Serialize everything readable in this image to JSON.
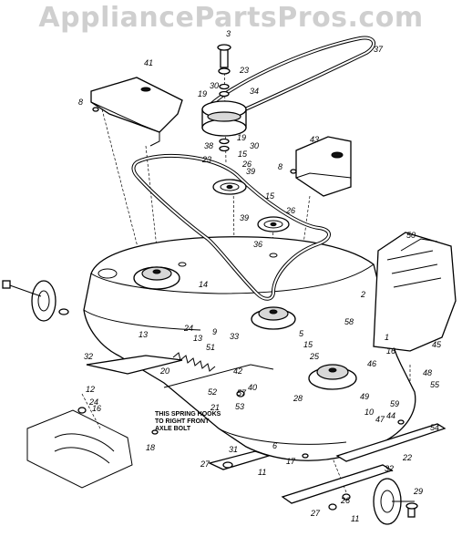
{
  "watermark": "AppliancePartsPros.com",
  "note_lines": [
    "THIS SPRING HOOKS",
    "TO RIGHT FRONT",
    "AXLE BOLT"
  ],
  "callouts": [
    {
      "id": "p3",
      "label": "3"
    },
    {
      "id": "p37",
      "label": "37"
    },
    {
      "id": "p41",
      "label": "41"
    },
    {
      "id": "p23a",
      "label": "23"
    },
    {
      "id": "p30a",
      "label": "30"
    },
    {
      "id": "p34",
      "label": "34"
    },
    {
      "id": "p19a",
      "label": "19"
    },
    {
      "id": "p8a",
      "label": "8"
    },
    {
      "id": "p19b",
      "label": "19"
    },
    {
      "id": "p38",
      "label": "38"
    },
    {
      "id": "p30b",
      "label": "30"
    },
    {
      "id": "p43",
      "label": "43"
    },
    {
      "id": "p15a",
      "label": "15"
    },
    {
      "id": "p23b",
      "label": "23"
    },
    {
      "id": "p26a",
      "label": "26"
    },
    {
      "id": "p8b",
      "label": "8"
    },
    {
      "id": "p39a",
      "label": "39"
    },
    {
      "id": "p15b",
      "label": "15"
    },
    {
      "id": "p26b",
      "label": "26"
    },
    {
      "id": "p39b",
      "label": "39"
    },
    {
      "id": "p50",
      "label": "50"
    },
    {
      "id": "p36",
      "label": "36"
    },
    {
      "id": "p2",
      "label": "2"
    },
    {
      "id": "p14",
      "label": "14"
    },
    {
      "id": "p58",
      "label": "58"
    },
    {
      "id": "p24a",
      "label": "24"
    },
    {
      "id": "p9",
      "label": "9"
    },
    {
      "id": "p5",
      "label": "5"
    },
    {
      "id": "p1",
      "label": "1"
    },
    {
      "id": "p13",
      "label": "13"
    },
    {
      "id": "p13b",
      "label": "13"
    },
    {
      "id": "p33",
      "label": "33"
    },
    {
      "id": "p51",
      "label": "51"
    },
    {
      "id": "p15c",
      "label": "15"
    },
    {
      "id": "p16",
      "label": "16"
    },
    {
      "id": "p45",
      "label": "45"
    },
    {
      "id": "p32a",
      "label": "32"
    },
    {
      "id": "p25",
      "label": "25"
    },
    {
      "id": "p46",
      "label": "46"
    },
    {
      "id": "p20",
      "label": "20"
    },
    {
      "id": "p42",
      "label": "42"
    },
    {
      "id": "p48",
      "label": "48"
    },
    {
      "id": "p40",
      "label": "40"
    },
    {
      "id": "p28",
      "label": "28"
    },
    {
      "id": "p52",
      "label": "52"
    },
    {
      "id": "p57",
      "label": "57"
    },
    {
      "id": "p49",
      "label": "49"
    },
    {
      "id": "p55",
      "label": "55"
    },
    {
      "id": "p53",
      "label": "53"
    },
    {
      "id": "p59",
      "label": "59"
    },
    {
      "id": "p21",
      "label": "21"
    },
    {
      "id": "p10",
      "label": "10"
    },
    {
      "id": "p47",
      "label": "47"
    },
    {
      "id": "p44",
      "label": "44"
    },
    {
      "id": "p12",
      "label": "12"
    },
    {
      "id": "p24b",
      "label": "24"
    },
    {
      "id": "p16b",
      "label": "16"
    },
    {
      "id": "p6",
      "label": "6"
    },
    {
      "id": "p54",
      "label": "54"
    },
    {
      "id": "p18",
      "label": "18"
    },
    {
      "id": "p31",
      "label": "31"
    },
    {
      "id": "p17",
      "label": "17"
    },
    {
      "id": "p22",
      "label": "22"
    },
    {
      "id": "p27a",
      "label": "27"
    },
    {
      "id": "p11a",
      "label": "11"
    },
    {
      "id": "p32b",
      "label": "32"
    },
    {
      "id": "p29",
      "label": "29"
    },
    {
      "id": "p26c",
      "label": "26"
    },
    {
      "id": "p27b",
      "label": "27"
    },
    {
      "id": "p11b",
      "label": "11"
    }
  ]
}
